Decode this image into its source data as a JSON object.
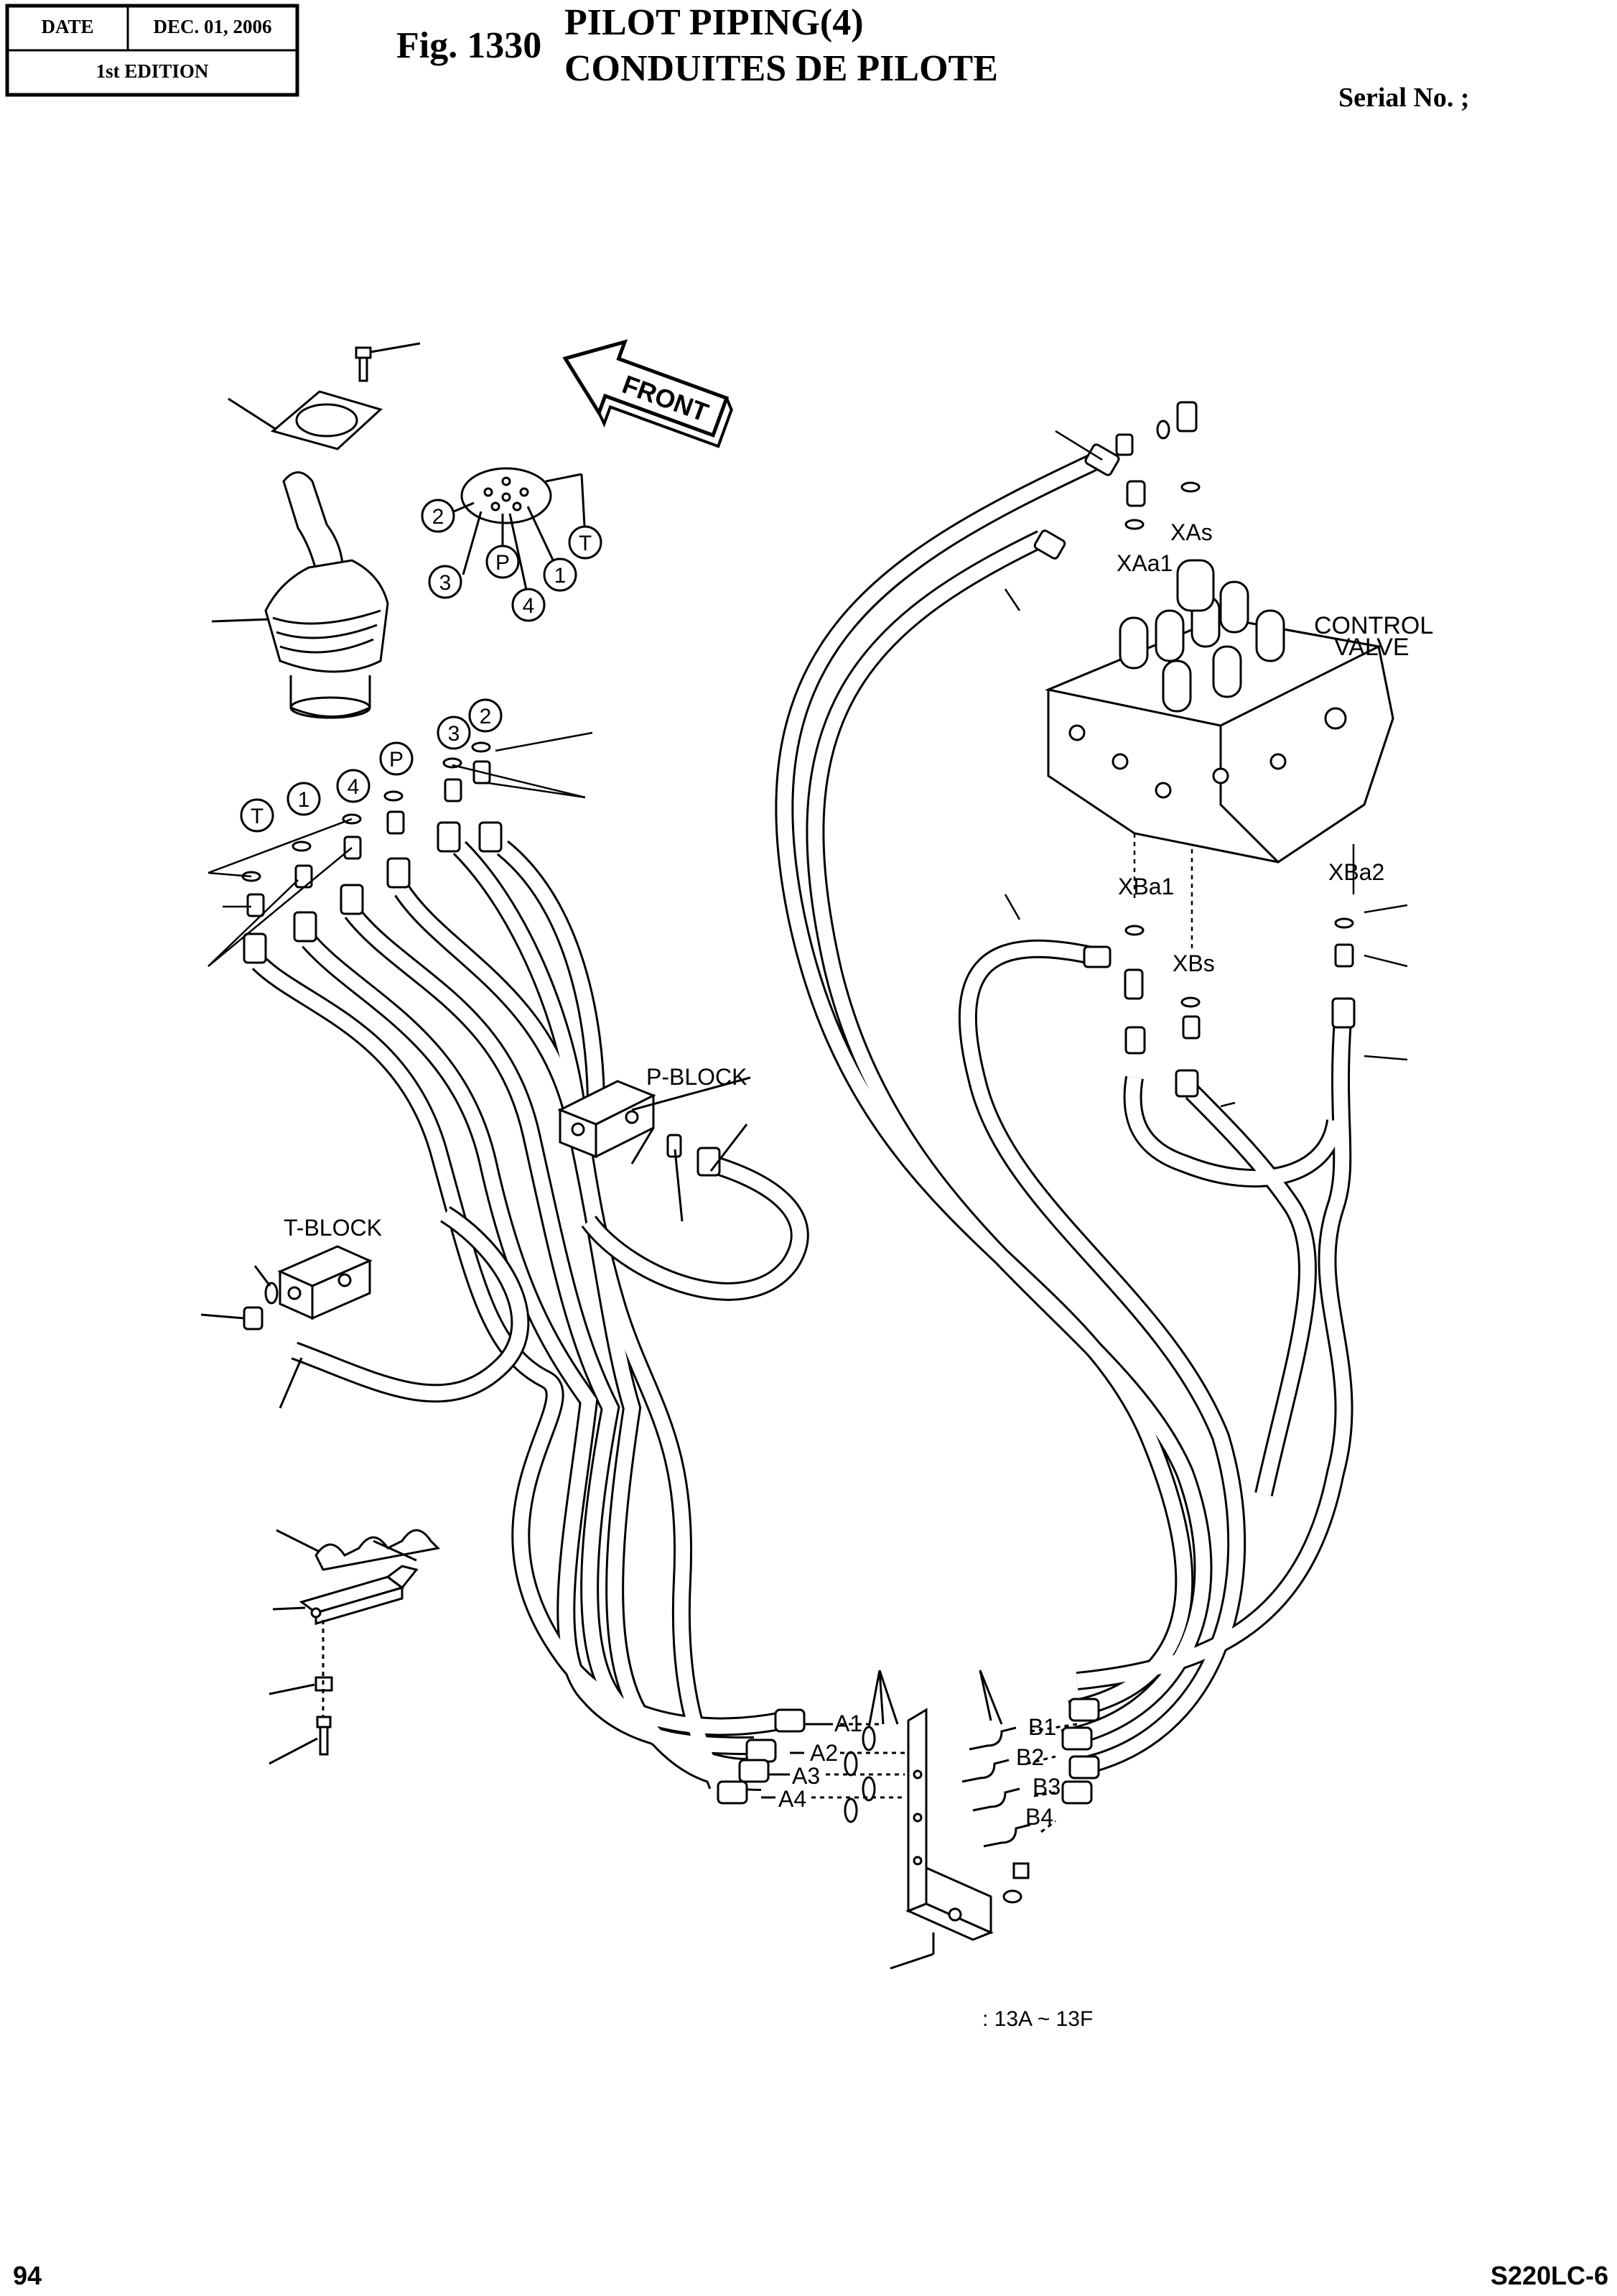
{
  "header": {
    "date_label": "DATE",
    "date_value": "DEC. 01, 2006",
    "edition": "1st EDITION",
    "fig_label": "Fig. 1330",
    "title_en": "PILOT PIPING(4)",
    "title_fr": "CONDUITES DE PILOTE",
    "serial_label": "Serial No. ;"
  },
  "diagram": {
    "front_label": "FRONT",
    "control_valve_line1": "CONTROL",
    "control_valve_line2": "VALVE",
    "p_block": "P-BLOCK",
    "t_block": "T-BLOCK",
    "ports": {
      "xas": "XAs",
      "xaa1": "XAa1",
      "xba1": "XBa1",
      "xbs": "XBs",
      "xba2": "XBa2",
      "a1": "A1",
      "a2": "A2",
      "a3": "A3",
      "a4": "A4",
      "b1": "B1",
      "b2": "B2",
      "b3": "B3",
      "b4": "B4"
    },
    "circle_labels": {
      "top_2": "2",
      "top_3": "3",
      "top_p": "P",
      "top_4": "4",
      "top_1": "1",
      "top_t": "T",
      "mid_3": "3",
      "mid_2": "2",
      "mid_p": "P",
      "mid_4": "4",
      "mid_1": "1",
      "mid_t": "T"
    },
    "note": ": 13A ~ 13F"
  },
  "footer": {
    "page_number": "94",
    "model": "S220LC-6"
  }
}
